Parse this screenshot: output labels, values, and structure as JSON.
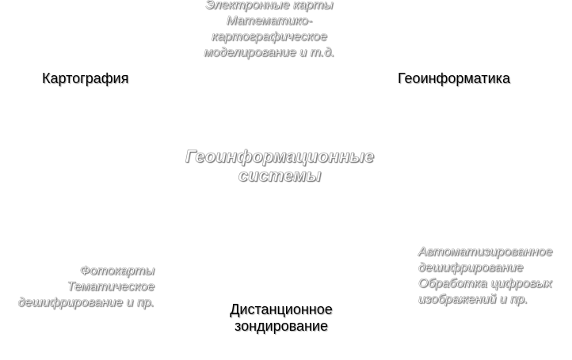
{
  "nodes": {
    "cartography": "Картография",
    "geoinformatics": "Геоинформатика",
    "remote_sensing": [
      "Дистанционное",
      "зондирование"
    ],
    "center": [
      "Геоинформационные",
      "системы"
    ]
  },
  "notes": {
    "top": [
      "Электронные карты",
      "Математико-",
      "картографическое",
      "моделирование и т.д."
    ],
    "left": [
      "Фотокарты",
      "Тематическое",
      "дешифрирование и пр."
    ],
    "right": [
      "Автоматизированное",
      "дешифрирование",
      "Обработка цифровых",
      "изображений и пр."
    ]
  }
}
